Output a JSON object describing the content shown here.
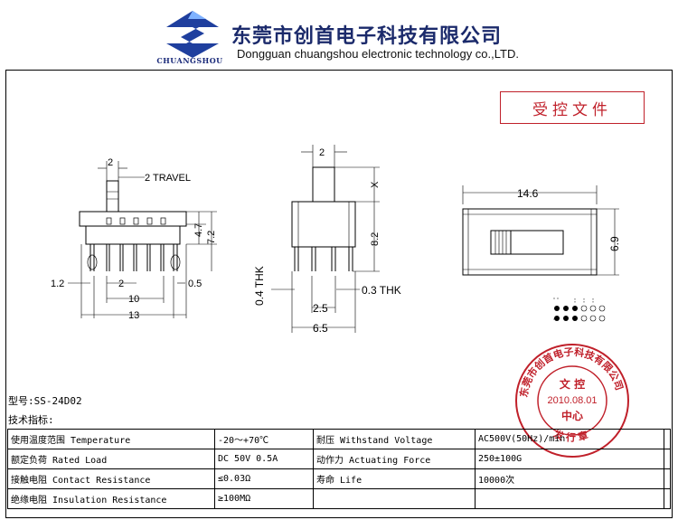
{
  "header": {
    "logo_text": "CHUANGSHOU",
    "company_cn": "东莞市创首电子科技有限公司",
    "company_en": "Dongguan chuangshou electronic technology co.,LTD."
  },
  "controlled_doc": "受控文件",
  "drawing": {
    "side": {
      "dim_2": "2",
      "travel": "2 TRAVEL",
      "dim_4_7": "4.7",
      "dim_7_2": "7.2",
      "dim_1_2": "1.2",
      "dim_2_pitch": "2",
      "dim_0_5": "0.5",
      "dim_10": "10",
      "dim_13": "13"
    },
    "front": {
      "dim_2": "2",
      "dim_x": "X",
      "dim_8_2": "8.2",
      "thk_04": "0.4 THK",
      "thk_03": "0.3 THK",
      "dim_2_5": "2.5",
      "dim_6_5": "6.5"
    },
    "top": {
      "dim_14_6": "14.6",
      "dim_6_9": "6.9"
    }
  },
  "model": "型号:SS-24D02",
  "specs_title": "技术指标:",
  "specs": [
    [
      "使用温度范围 Temperature",
      "-20～+70℃",
      "耐压 Withstand Voltage",
      "AC500V(50Hz)/min",
      ""
    ],
    [
      "额定负荷 Rated Load",
      "DC 50V 0.5A",
      "动作力 Actuating Force",
      "250±100G",
      ""
    ],
    [
      "接触电阻 Contact Resistance",
      "≤0.03Ω",
      "寿命 Life",
      "10000次",
      ""
    ],
    [
      "绝缘电阻 Insulation Resistance",
      "≥100MΩ",
      "",
      "",
      ""
    ]
  ],
  "stamp": {
    "ring": "东莞市创首电子科技有限公司",
    "center_top": "文 控",
    "date": "2010.08.01",
    "center_bottom": "中心",
    "bottom": "发 行 章"
  },
  "colors": {
    "brand_blue": "#1b2a6b",
    "stamp_red": "#c0202a"
  }
}
